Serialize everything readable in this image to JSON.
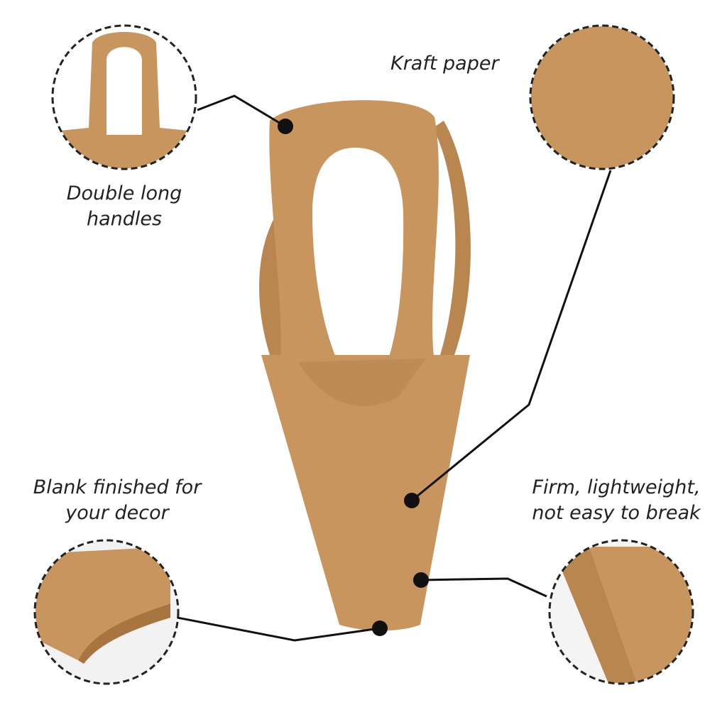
{
  "colors": {
    "kraft": "#c8955e",
    "kraft_dark": "#b07d48",
    "line": "#111111"
  },
  "labels": {
    "kraft_paper": "Kraft paper",
    "handles_line1": "Double long",
    "handles_line2": "handles",
    "blank_line1": "Blank finished for",
    "blank_line2": "your decor",
    "firm_line1": "Firm, lightweight,",
    "firm_line2": "not easy to break"
  }
}
